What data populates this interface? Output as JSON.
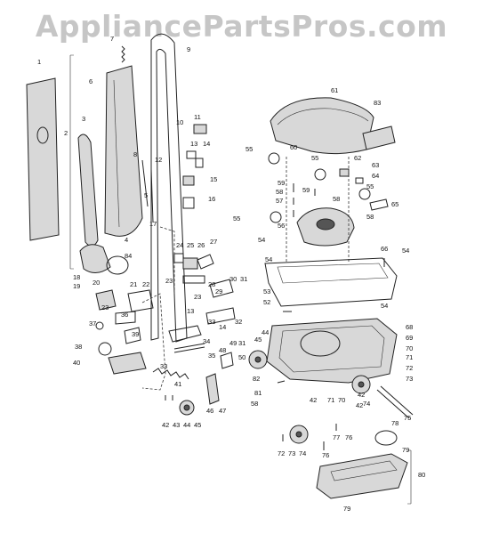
{
  "watermark": "AppliancePartsPros.com",
  "colors": {
    "ink": "#222222",
    "watermark": "#c6c6c6"
  },
  "callouts": [
    {
      "id": "c1",
      "t": "1"
    },
    {
      "id": "c2",
      "t": "2"
    },
    {
      "id": "c3",
      "t": "3"
    },
    {
      "id": "c4",
      "t": "4"
    },
    {
      "id": "c5",
      "t": "5"
    },
    {
      "id": "c6",
      "t": "6"
    },
    {
      "id": "c7",
      "t": "7"
    },
    {
      "id": "c8",
      "t": "8"
    },
    {
      "id": "c9",
      "t": "9"
    },
    {
      "id": "c10",
      "t": "10"
    },
    {
      "id": "c11",
      "t": "11"
    },
    {
      "id": "c12",
      "t": "12"
    },
    {
      "id": "c13a",
      "t": "13"
    },
    {
      "id": "c14a",
      "t": "14"
    },
    {
      "id": "c15",
      "t": "15"
    },
    {
      "id": "c16",
      "t": "16"
    },
    {
      "id": "c17",
      "t": "17"
    },
    {
      "id": "c18",
      "t": "18"
    },
    {
      "id": "c19",
      "t": "19"
    },
    {
      "id": "c20",
      "t": "20"
    },
    {
      "id": "c21",
      "t": "21"
    },
    {
      "id": "c22",
      "t": "22"
    },
    {
      "id": "c23a",
      "t": "23"
    },
    {
      "id": "c23b",
      "t": "23"
    },
    {
      "id": "c23c",
      "t": "23"
    },
    {
      "id": "c24",
      "t": "24"
    },
    {
      "id": "c25",
      "t": "25"
    },
    {
      "id": "c26",
      "t": "26"
    },
    {
      "id": "c27",
      "t": "27"
    },
    {
      "id": "c28",
      "t": "28"
    },
    {
      "id": "c29",
      "t": "29"
    },
    {
      "id": "c30",
      "t": "30"
    },
    {
      "id": "c31a",
      "t": "31"
    },
    {
      "id": "c31b",
      "t": "31"
    },
    {
      "id": "c32",
      "t": "32"
    },
    {
      "id": "c33a",
      "t": "33"
    },
    {
      "id": "c33b",
      "t": "33"
    },
    {
      "id": "c34",
      "t": "34"
    },
    {
      "id": "c35",
      "t": "35"
    },
    {
      "id": "c36",
      "t": "36"
    },
    {
      "id": "c37",
      "t": "37"
    },
    {
      "id": "c38",
      "t": "38"
    },
    {
      "id": "c39",
      "t": "39"
    },
    {
      "id": "c40",
      "t": "40"
    },
    {
      "id": "c41",
      "t": "41"
    },
    {
      "id": "c42a",
      "t": "42"
    },
    {
      "id": "c42b",
      "t": "42"
    },
    {
      "id": "c42c",
      "t": "42"
    },
    {
      "id": "c43",
      "t": "43"
    },
    {
      "id": "c44a",
      "t": "44"
    },
    {
      "id": "c44b",
      "t": "44"
    },
    {
      "id": "c45a",
      "t": "45"
    },
    {
      "id": "c45b",
      "t": "45"
    },
    {
      "id": "c46",
      "t": "46"
    },
    {
      "id": "c47",
      "t": "47"
    },
    {
      "id": "c48",
      "t": "48"
    },
    {
      "id": "c49",
      "t": "49"
    },
    {
      "id": "c50",
      "t": "50"
    },
    {
      "id": "c52",
      "t": "52"
    },
    {
      "id": "c53",
      "t": "53"
    },
    {
      "id": "c54a",
      "t": "54"
    },
    {
      "id": "c54b",
      "t": "54"
    },
    {
      "id": "c54c",
      "t": "54"
    },
    {
      "id": "c54d",
      "t": "54"
    },
    {
      "id": "c55a",
      "t": "55"
    },
    {
      "id": "c55b",
      "t": "55"
    },
    {
      "id": "c55c",
      "t": "55"
    },
    {
      "id": "c55d",
      "t": "55"
    },
    {
      "id": "c56",
      "t": "56"
    },
    {
      "id": "c57",
      "t": "57"
    },
    {
      "id": "c58a",
      "t": "58"
    },
    {
      "id": "c58b",
      "t": "58"
    },
    {
      "id": "c58c",
      "t": "58"
    },
    {
      "id": "c59a",
      "t": "59"
    },
    {
      "id": "c59b",
      "t": "59"
    },
    {
      "id": "c60",
      "t": "60"
    },
    {
      "id": "c61",
      "t": "61"
    },
    {
      "id": "c62",
      "t": "62"
    },
    {
      "id": "c63",
      "t": "63"
    },
    {
      "id": "c64",
      "t": "64"
    },
    {
      "id": "c65",
      "t": "65"
    },
    {
      "id": "c66",
      "t": "66"
    },
    {
      "id": "c68",
      "t": "68"
    },
    {
      "id": "c69",
      "t": "69"
    },
    {
      "id": "c70a",
      "t": "70"
    },
    {
      "id": "c70b",
      "t": "70"
    },
    {
      "id": "c71a",
      "t": "71"
    },
    {
      "id": "c71b",
      "t": "71"
    },
    {
      "id": "c72a",
      "t": "72"
    },
    {
      "id": "c72b",
      "t": "72"
    },
    {
      "id": "c73a",
      "t": "73"
    },
    {
      "id": "c73b",
      "t": "73"
    },
    {
      "id": "c74a",
      "t": "74"
    },
    {
      "id": "c74b",
      "t": "74"
    },
    {
      "id": "c75",
      "t": "75"
    },
    {
      "id": "c76a",
      "t": "76"
    },
    {
      "id": "c76b",
      "t": "76"
    },
    {
      "id": "c77",
      "t": "77"
    },
    {
      "id": "c78",
      "t": "78"
    },
    {
      "id": "c79a",
      "t": "79"
    },
    {
      "id": "c79b",
      "t": "79"
    },
    {
      "id": "c80",
      "t": "80"
    },
    {
      "id": "c81",
      "t": "81"
    },
    {
      "id": "c82",
      "t": "82"
    },
    {
      "id": "c83",
      "t": "83"
    },
    {
      "id": "c84",
      "t": "84"
    },
    {
      "id": "c13b",
      "t": "13"
    },
    {
      "id": "c14b",
      "t": "14"
    },
    {
      "id": "c58d",
      "t": "58"
    },
    {
      "id": "c42d",
      "t": "42"
    }
  ]
}
